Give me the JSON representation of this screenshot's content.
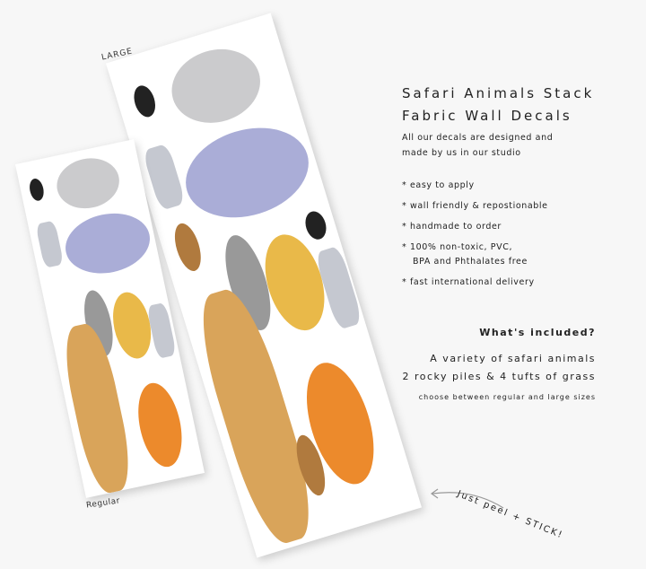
{
  "labels": {
    "large": "LARGE",
    "regular": "Regular"
  },
  "title": [
    "Safari Animals Stack",
    "Fabric Wall Decals"
  ],
  "intro": [
    "All our decals are designed and",
    "made by us in our studio"
  ],
  "features": [
    "* easy to apply",
    "* wall friendly & repostionable",
    "* handmade to order",
    "* 100% non-toxic, PVC,",
    "BPA and Phthalates free",
    "* fast international delivery"
  ],
  "included": {
    "heading": "What's included?",
    "line1": "A variety of safari animals",
    "line2": "2 rocky piles & 4 tufts of grass",
    "line3": "choose between regular and large sizes"
  },
  "callout": "Just peel + STICK!",
  "colors": {
    "elephant": "#c9c9cb",
    "hippo": "#a9acd6",
    "giraffe": "#d9a45a",
    "lion": "#e9b949",
    "tiger": "#ec8a2c",
    "zebra": "#888888",
    "rock": "#c5c8d0",
    "monkey": "#b07a3e"
  }
}
